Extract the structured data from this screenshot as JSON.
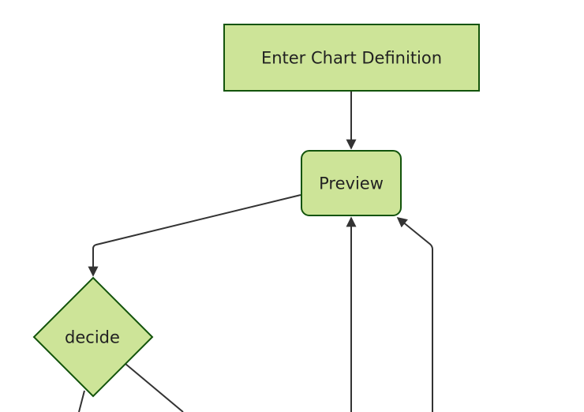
{
  "diagram": {
    "type": "flowchart",
    "orientation": "top-down",
    "nodes": [
      {
        "id": "enter-chart-definition",
        "label": "Enter Chart Definition",
        "shape": "rectangle"
      },
      {
        "id": "preview",
        "label": "Preview",
        "shape": "rounded-rectangle"
      },
      {
        "id": "decide",
        "label": "decide",
        "shape": "diamond"
      }
    ],
    "edges": [
      {
        "name": "enter-chart-definition-to-preview",
        "arrowhead": true
      },
      {
        "name": "preview-to-decide",
        "arrowhead": true
      },
      {
        "name": "offscreen-bottom-to-preview",
        "arrowhead": true
      },
      {
        "name": "offscreen-bottom-right-to-preview",
        "arrowhead": true
      },
      {
        "name": "decide-to-offscreen-bottom-left",
        "arrowhead": false
      },
      {
        "name": "decide-to-offscreen-bottom-right",
        "arrowhead": false
      }
    ]
  },
  "colors": {
    "node_fill": "#cde498",
    "node_border": "#13540c",
    "edge_line": "#333333",
    "label_text": "#222222",
    "background": "#ffffff"
  }
}
